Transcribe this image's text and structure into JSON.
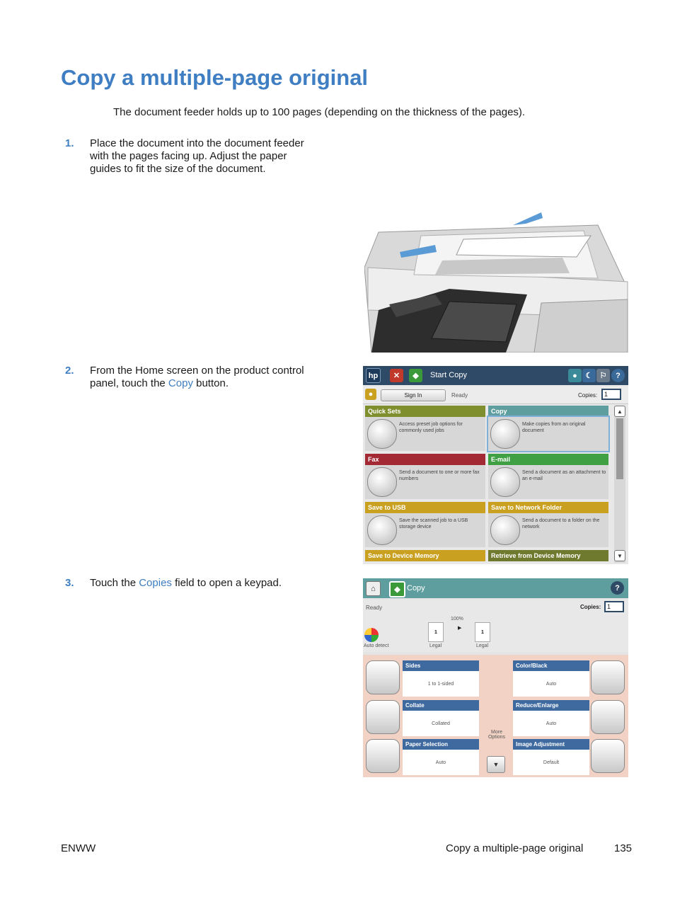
{
  "doc": {
    "title": "Copy a multiple-page original",
    "intro": "The document feeder holds up to 100 pages (depending on the thickness of the pages).",
    "steps": [
      {
        "num": "1.",
        "text": "Place the document into the document feeder with the pages facing up. Adjust the paper guides to fit the size of the document."
      },
      {
        "num": "2.",
        "pre": "From the Home screen on the product control panel, touch the ",
        "link": "Copy",
        "post": " button."
      },
      {
        "num": "3.",
        "pre": "Touch the ",
        "link": "Copies",
        "post": " field to open a keypad."
      }
    ],
    "footer": {
      "left": "ENWW",
      "title": "Copy a multiple-page original",
      "page": "135"
    }
  },
  "screen1": {
    "title": "Start Copy",
    "sign_in": "Sign In",
    "status": "Ready",
    "copies_label": "Copies:",
    "copies_value": "1",
    "tiles": [
      {
        "name": "Quick Sets",
        "desc": "Access preset job options for commonly used jobs",
        "color": "#7f8f2e"
      },
      {
        "name": "Copy",
        "desc": "Make copies from an original document",
        "color": "#5f9e9e"
      },
      {
        "name": "Fax",
        "desc": "Send a document to one or more fax numbers",
        "color": "#a32a35"
      },
      {
        "name": "E-mail",
        "desc": "Send a document as an attachment to an e-mail",
        "color": "#3fa043"
      },
      {
        "name": "Save to USB",
        "desc": "Save the scanned job to a USB storage device",
        "color": "#c9a020"
      },
      {
        "name": "Save to Network Folder",
        "desc": "Send a document to a folder on the network",
        "color": "#c9a020"
      },
      {
        "name": "Save to Device Memory",
        "color": "#c9a020"
      },
      {
        "name": "Retrieve from Device Memory",
        "color": "#6f7a2e"
      }
    ]
  },
  "screen2": {
    "title": "Copy",
    "status": "Ready",
    "copies_label": "Copies:",
    "copies_value": "1",
    "auto_detect": "Auto detect",
    "zoom": "100%",
    "paper_in": {
      "count": "1",
      "size": "Legal"
    },
    "paper_out": {
      "count": "1",
      "size": "Legal"
    },
    "more_options": "More Options",
    "options": [
      {
        "name": "Sides",
        "value": "1 to 1-sided"
      },
      {
        "name": "Color/Black",
        "value": "Auto"
      },
      {
        "name": "Collate",
        "value": "Collated"
      },
      {
        "name": "Reduce/Enlarge",
        "value": "Auto"
      },
      {
        "name": "Paper Selection",
        "value": "Auto"
      },
      {
        "name": "Image Adjustment",
        "value": "Default"
      }
    ]
  }
}
